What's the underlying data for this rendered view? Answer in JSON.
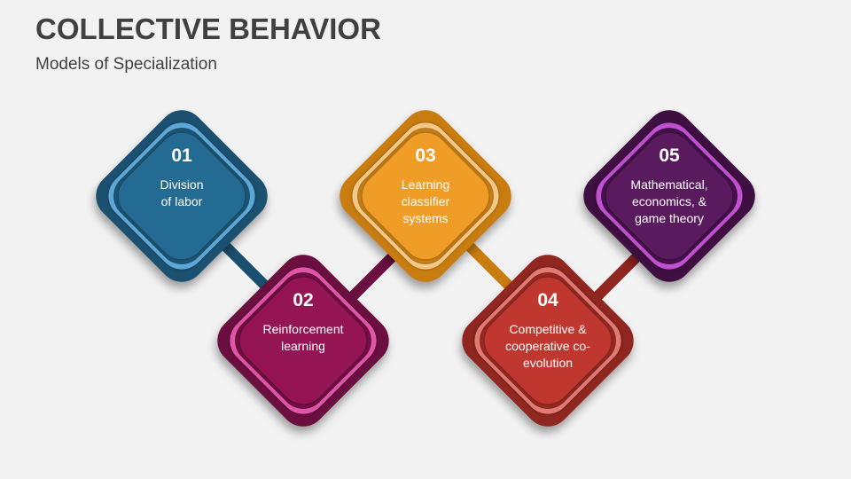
{
  "header": {
    "title": "COLLECTIVE BEHAVIOR",
    "subtitle": "Models of Specialization"
  },
  "diagram": {
    "type": "zigzag-diamond-steps",
    "steps": [
      {
        "number": "01",
        "label": "Division\nof labor",
        "position": "top",
        "colors": {
          "outer": "#1c5070",
          "ring": "#5ea8d8",
          "ring_inner": "#1f5a7c",
          "fill": "#246b93"
        }
      },
      {
        "number": "02",
        "label": "Reinforcement\nlearning",
        "position": "bottom",
        "colors": {
          "outer": "#6b0f40",
          "ring": "#e055a8",
          "ring_inner": "#7a1048",
          "fill": "#951554"
        }
      },
      {
        "number": "03",
        "label": "Learning\nclassifier\nsystems",
        "position": "top",
        "colors": {
          "outer": "#c97c10",
          "ring": "#f3c98a",
          "ring_inner": "#d3861a",
          "fill": "#f09d28"
        }
      },
      {
        "number": "04",
        "label": "Competitive &\ncooperative co-\nevolution",
        "position": "bottom",
        "colors": {
          "outer": "#8f2620",
          "ring": "#e07a72",
          "ring_inner": "#a02c25",
          "fill": "#bf372f"
        }
      },
      {
        "number": "05",
        "label": "Mathematical,\neconomics, &\ngame theory",
        "position": "top",
        "colors": {
          "outer": "#3e0f40",
          "ring": "#c050d0",
          "ring_inner": "#4a1350",
          "fill": "#5a1a5e"
        }
      }
    ],
    "connectors": [
      {
        "from": "01",
        "to": "02",
        "color": "#1c5070"
      },
      {
        "from": "02",
        "to": "03",
        "color": "#6b0f40"
      },
      {
        "from": "03",
        "to": "04",
        "color": "#c97c10"
      },
      {
        "from": "04",
        "to": "05",
        "color": "#8f2620"
      }
    ]
  }
}
